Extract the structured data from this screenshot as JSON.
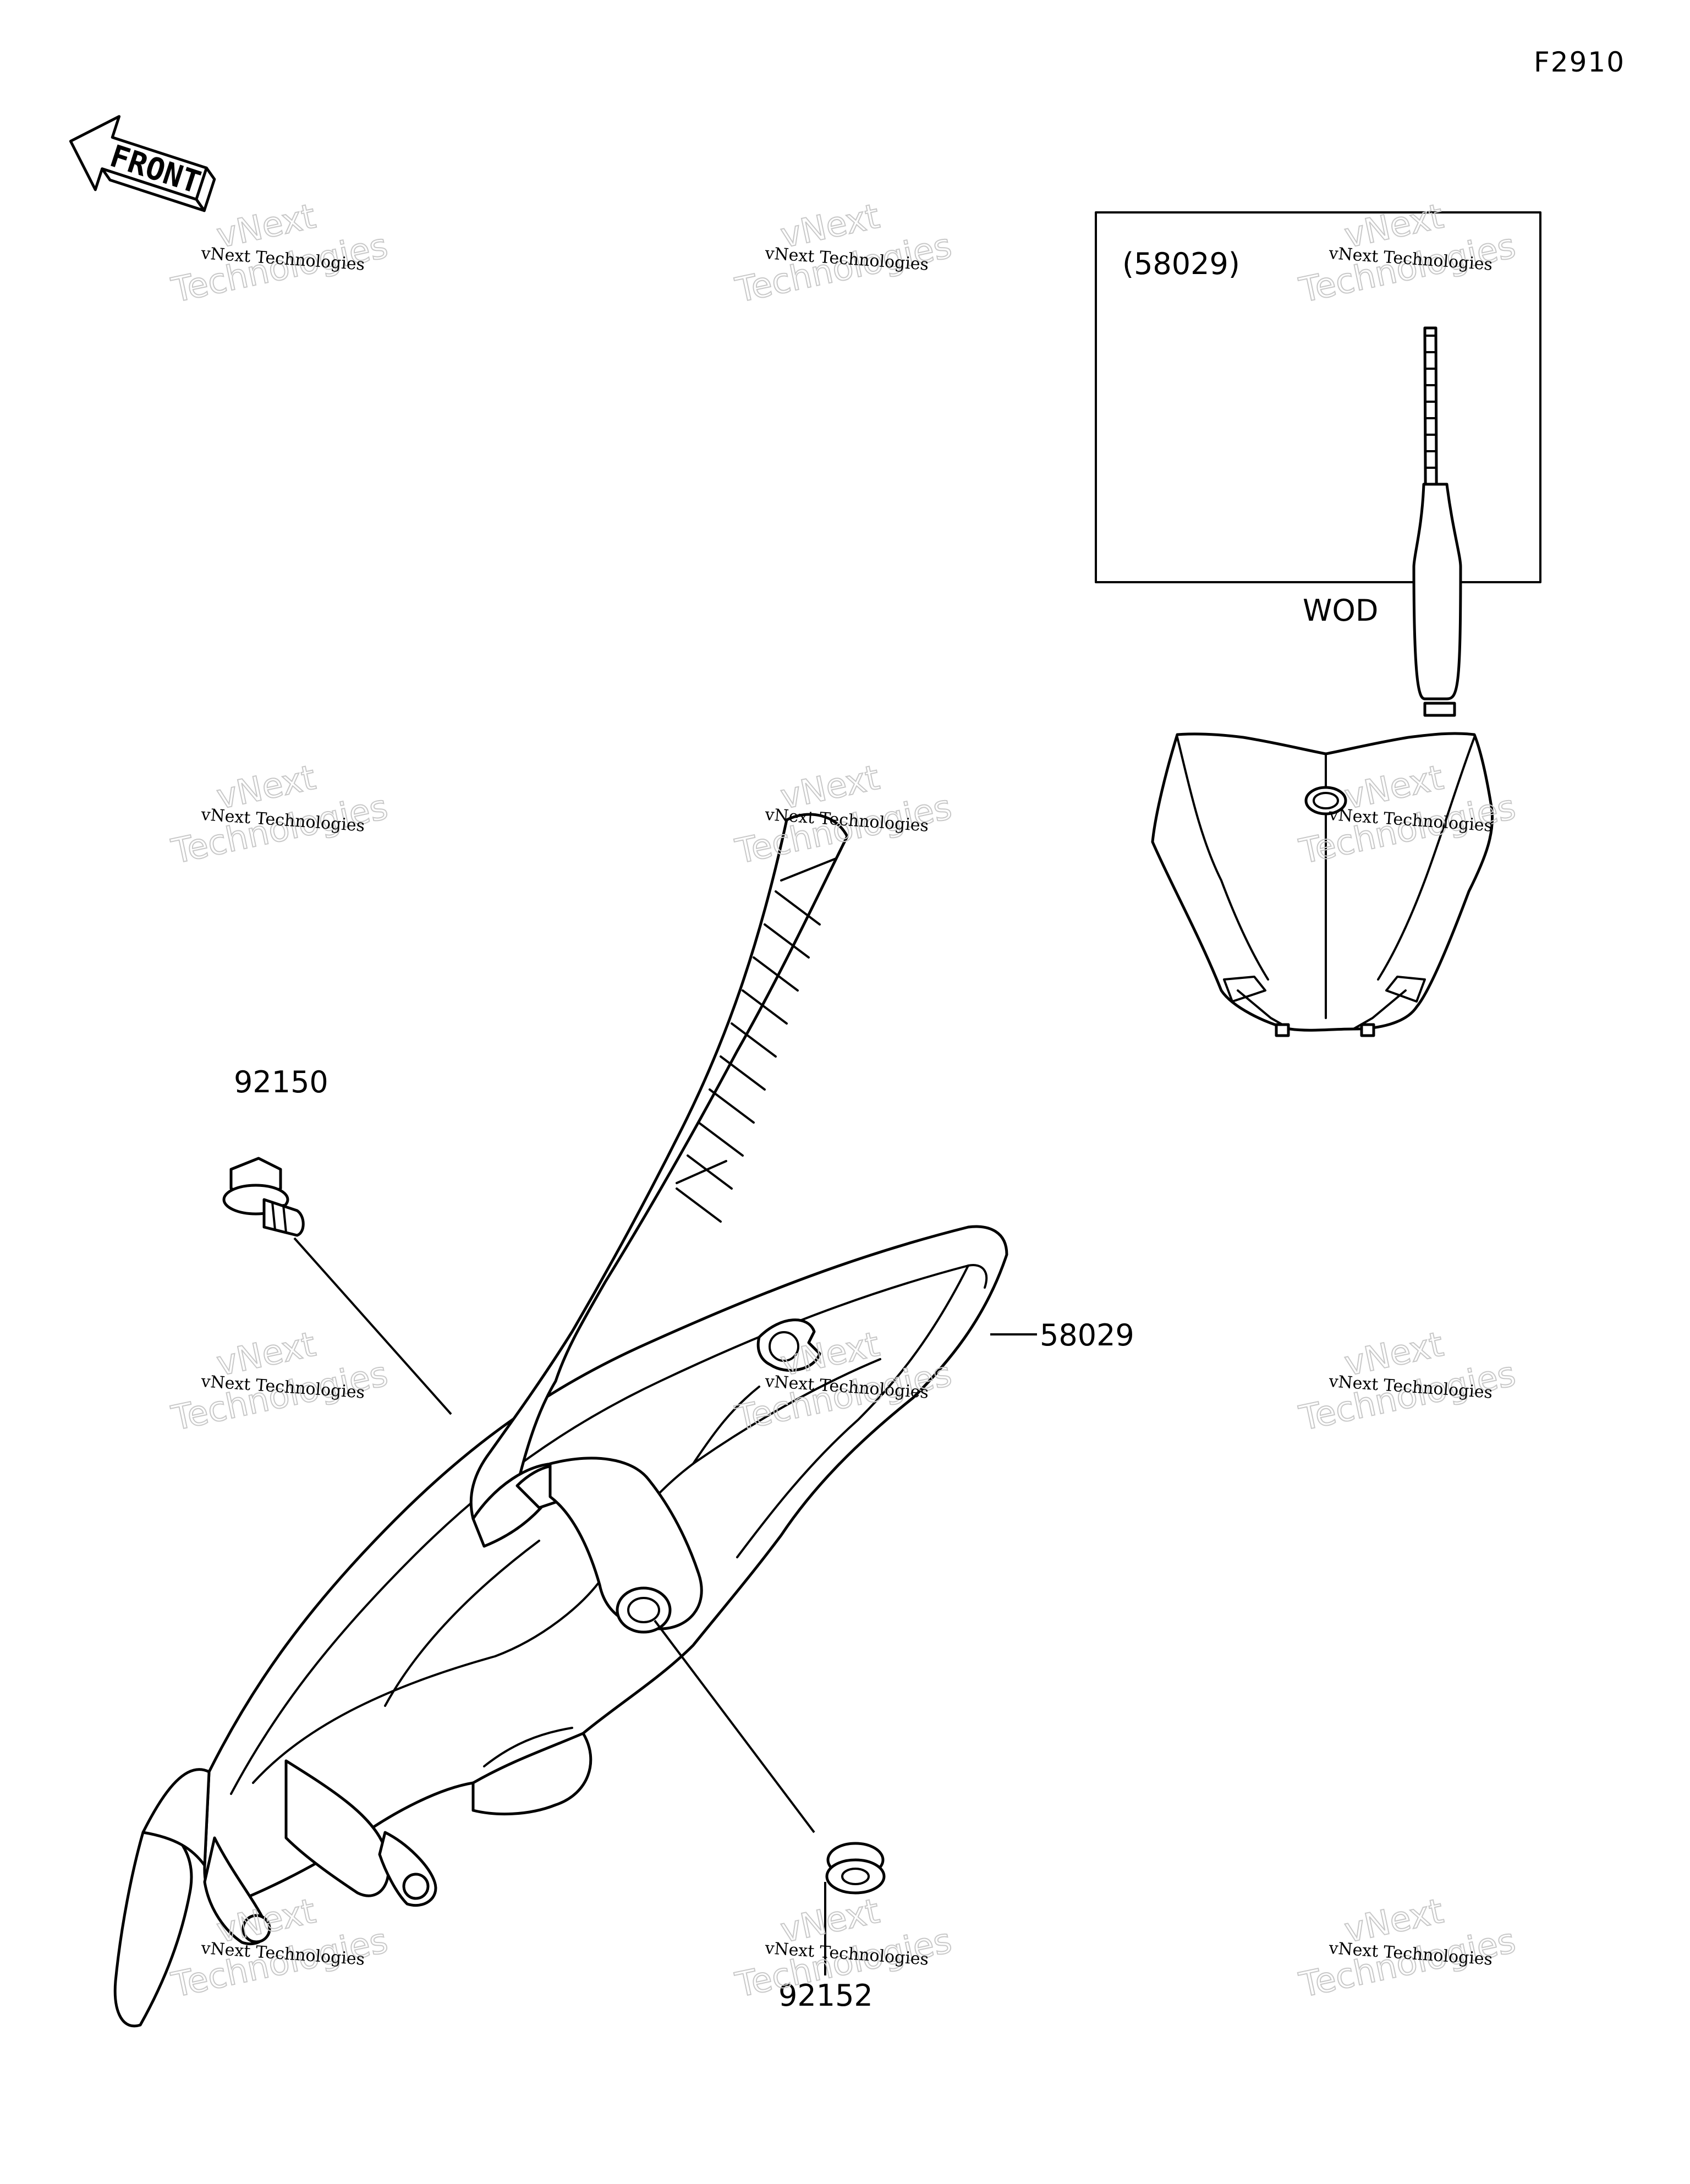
{
  "figure_code": "F2910",
  "front_arrow": {
    "label": "FRONT",
    "icon": "front-direction-arrow-icon"
  },
  "inset": {
    "part_ref": "(58029)",
    "caption": "WOD"
  },
  "callouts": {
    "bolt": "92150",
    "number_plate": "58029",
    "grommet": "92152"
  },
  "watermark": {
    "line1": "vNext Technologies",
    "line2": "vNext",
    "line3": "Technologies"
  },
  "colors": {
    "line": "#000000",
    "background": "#ffffff",
    "watermark_outline": "#c8c8c8"
  }
}
